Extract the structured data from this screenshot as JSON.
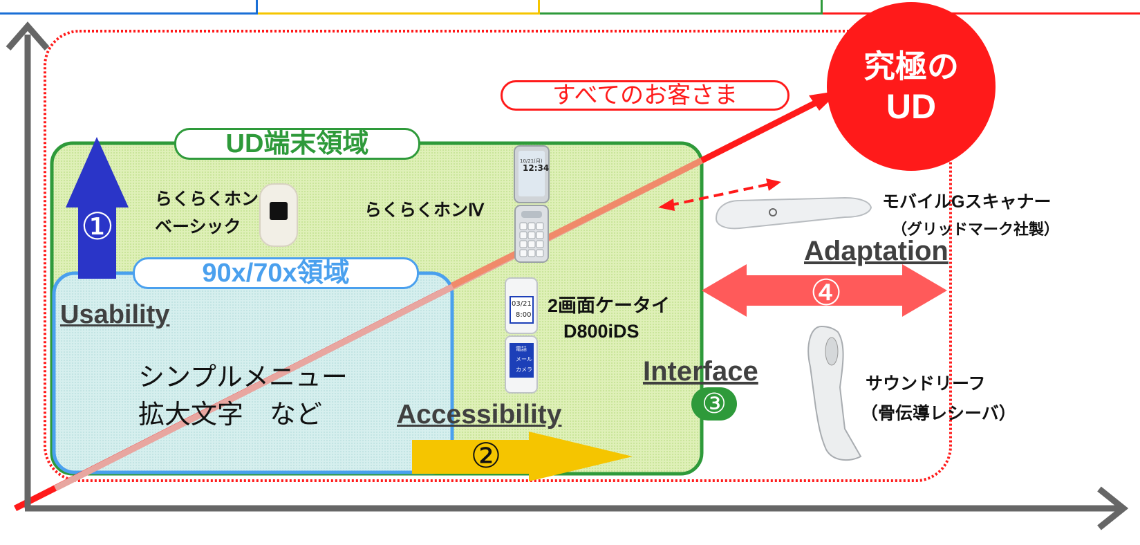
{
  "title": {
    "line1": "究極の",
    "line2": "UD"
  },
  "customers_label": "すべてのお客さま",
  "regions": {
    "ud_terminal": "UD端末領域",
    "series_90x70x": "90x/70x領域"
  },
  "axes": {
    "usability": "Usability",
    "accessibility": "Accessibility",
    "interface": "Interface",
    "adaptation": "Adaptation"
  },
  "numbers": {
    "n1": "①",
    "n2": "②",
    "n3": "③",
    "n4": "④"
  },
  "features": {
    "line1": "シンプルメニュー",
    "line2": "拡大文字　など"
  },
  "devices": {
    "raku_basic": {
      "line1": "らくらくホン",
      "line2": "ベーシック"
    },
    "raku_iv": "らくらくホンⅣ",
    "dual_screen": {
      "line1": "2画面ケータイ",
      "line2": "D800iDS"
    },
    "scanner": {
      "line1": "モバイルGスキャナー",
      "line2": "（グリッドマーク社製）"
    },
    "soundleaf": {
      "line1": "サウンドリーフ",
      "line2": "（骨伝導レシーバ）"
    }
  },
  "phone_screens": {
    "raku_iv_date": "10/21(月)",
    "raku_iv_time": "12:34",
    "d800_date": "03/21",
    "d800_time": "8:00",
    "d800_menu": [
      "電話",
      "メール",
      "カメラ"
    ]
  },
  "colors": {
    "blue": "#1a6fd6",
    "yellow": "#f5c500",
    "green": "#2e9a3a",
    "red": "#ff1a1a",
    "gray": "#666666",
    "indigo": "#2a35c8",
    "salmon": "#ff5a5a",
    "light_blue": "#4aa0ee"
  }
}
